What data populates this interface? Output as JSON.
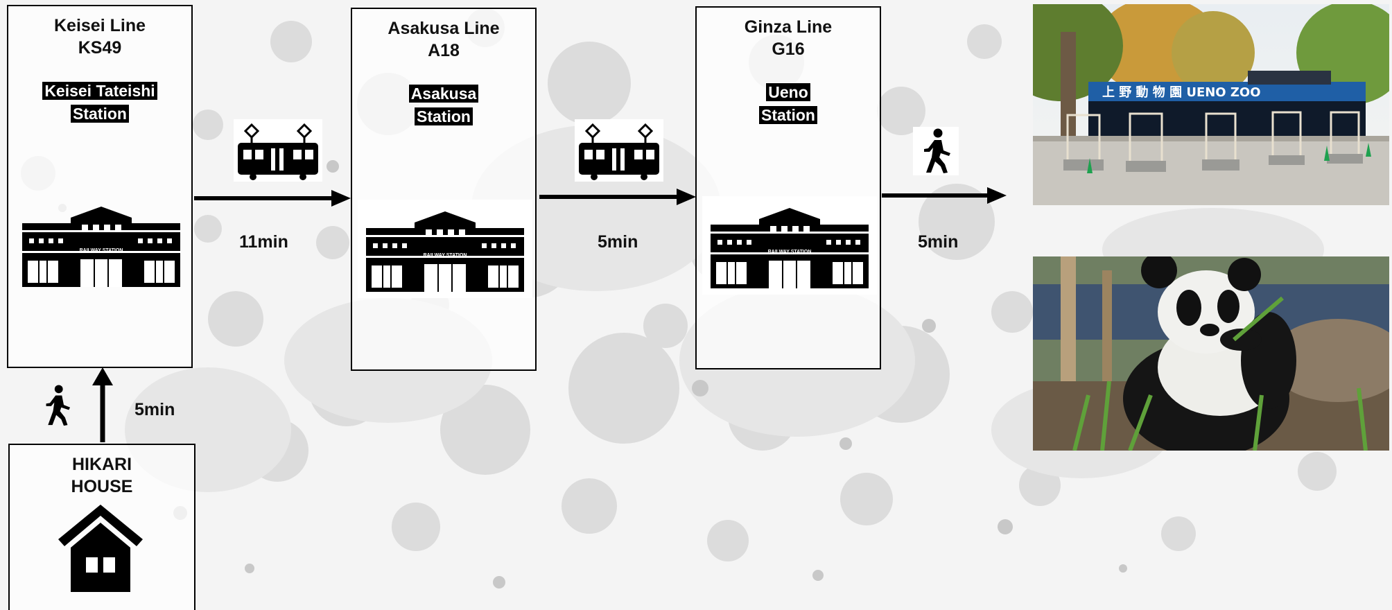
{
  "stations": [
    {
      "line": "Keisei Line",
      "code": "KS49",
      "name_line1": "Keisei Tateishi",
      "name_line2": "Station",
      "icon": "railway-station-icon",
      "icon_label": "RAILWAY STATION"
    },
    {
      "line": "Asakusa Line",
      "code": "A18",
      "name_line1": "Asakusa",
      "name_line2": "Station",
      "icon": "railway-station-icon",
      "icon_label": "RAILWAY STATION"
    },
    {
      "line": "Ginza Line",
      "code": "G16",
      "name_line1": "Ueno",
      "name_line2": "Station",
      "icon": "railway-station-icon",
      "icon_label": "RAILWAY STATION"
    }
  ],
  "legs": [
    {
      "mode": "train",
      "icon": "train-icon",
      "time": "11min"
    },
    {
      "mode": "train",
      "icon": "train-icon",
      "time": "5min"
    },
    {
      "mode": "walk",
      "icon": "walking-person-icon",
      "time": "5min"
    }
  ],
  "start": {
    "name_line1": "HIKARI",
    "name_line2": "HOUSE",
    "icon": "house-icon",
    "walk_time": "5min",
    "walk_icon": "walking-person-icon"
  },
  "destination": {
    "gate_sign": "上 野 動 物 園   UENO ZOO",
    "photos": [
      "ueno-zoo-entrance-photo",
      "giant-panda-photo"
    ]
  },
  "colors": {
    "ink": "#000000",
    "background": "#f4f4f4",
    "sign_blue": "#1f5fa6"
  }
}
